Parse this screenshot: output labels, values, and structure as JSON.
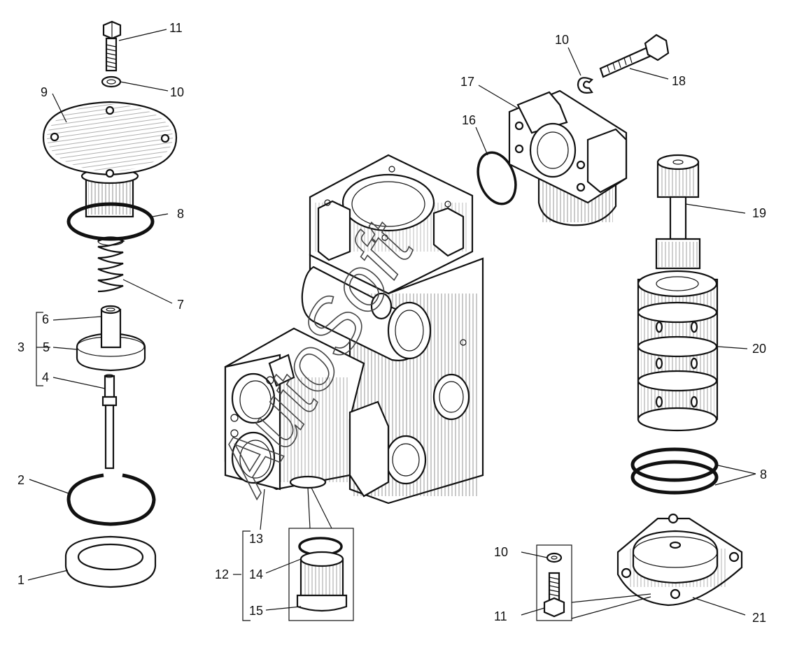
{
  "labels": {
    "n1": "1",
    "n2": "2",
    "n3": "3",
    "n4": "4",
    "n5": "5",
    "n6": "6",
    "n7": "7",
    "n8_top": "8",
    "n8_right": "8",
    "n9": "9",
    "n10_top": "10",
    "n10_right_top": "10",
    "n10_bottom": "10",
    "n11_top": "11",
    "n11_bottom": "11",
    "n12": "12",
    "n13": "13",
    "n14": "14",
    "n15": "15",
    "n16": "16",
    "n17": "17",
    "n18": "18",
    "n19": "19",
    "n20": "20",
    "n21": "21"
  },
  "watermark": "AutoSoft"
}
